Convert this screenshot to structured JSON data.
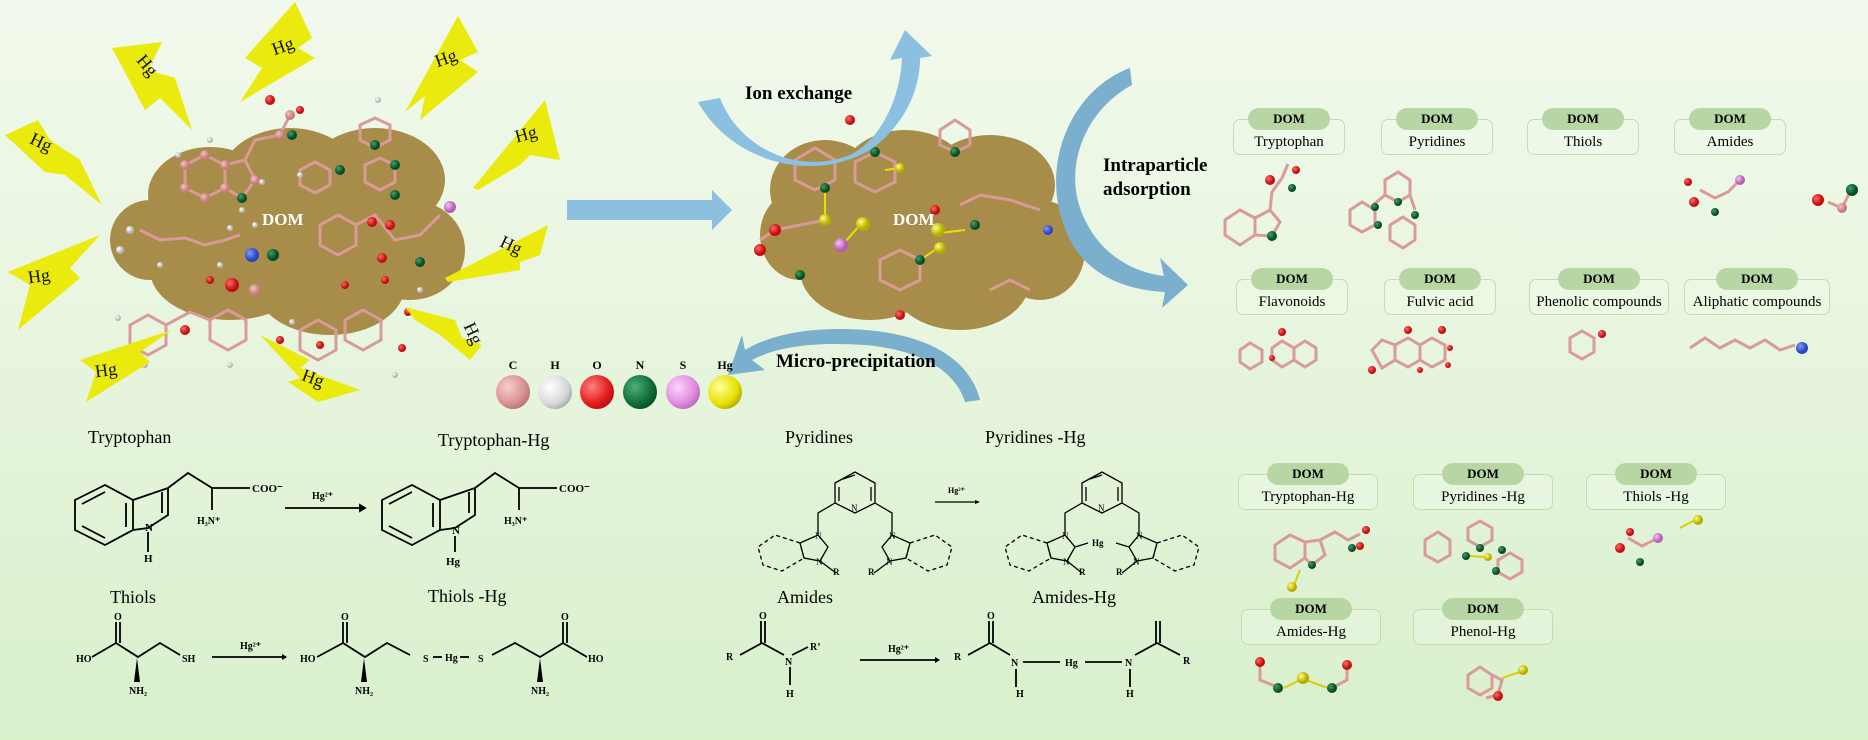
{
  "figure": {
    "background_colors": [
      "#f1f9ec",
      "#d9f0cb"
    ],
    "dom_cloud_color": "#a88c4a",
    "arrow_color": "#8bc0e0"
  },
  "left_panel": {
    "dom_label": "DOM",
    "hg_bolts": [
      "Hg",
      "Hg",
      "Hg",
      "Hg",
      "Hg",
      "Hg",
      "Hg",
      "Hg",
      "Hg",
      "Hg",
      "Hg"
    ],
    "bolt_color": "#eaea0c"
  },
  "center_panel": {
    "dom_label": "DOM",
    "processes": {
      "ion_exchange": "Ion exchange",
      "intraparticle_line1": "Intraparticle",
      "intraparticle_line2": "adsorption",
      "micro_precipitation": "Micro-precipitation"
    }
  },
  "legend": {
    "items": [
      {
        "symbol": "C",
        "color": "#d98f8f"
      },
      {
        "symbol": "H",
        "color": "#d8d8d8"
      },
      {
        "symbol": "O",
        "color": "#e01b1b"
      },
      {
        "symbol": "N",
        "color": "#0e6b34"
      },
      {
        "symbol": "S",
        "color": "#e08ae0"
      },
      {
        "symbol": "Hg",
        "color": "#e6e000"
      }
    ]
  },
  "dom_components": {
    "tag": "DOM",
    "row1": [
      "Tryptophan",
      "Pyridines",
      "Thiols",
      "Amides"
    ],
    "row2": [
      "Flavonoids",
      "Fulvic acid",
      "Phenolic compounds",
      "Aliphatic compounds"
    ]
  },
  "hg_complexes": {
    "tag": "DOM",
    "row1": [
      "Tryptophan-Hg",
      "Pyridines -Hg",
      "Thiols -Hg"
    ],
    "row2": [
      "Amides-Hg",
      "Phenol-Hg"
    ]
  },
  "reactions": {
    "reagent": "Hg²⁺",
    "tryptophan": {
      "title": "Tryptophan",
      "product_title": "Tryptophan-Hg",
      "coo": "COO⁻",
      "amine": "H₃N⁺",
      "nh": "N",
      "h": "H",
      "hg": "Hg"
    },
    "thiols": {
      "title": "Thiols",
      "product_title": "Thiols -Hg",
      "o": "O",
      "ho": "HO",
      "sh": "SH",
      "nh2": "NH₂",
      "s": "S",
      "hg": "Hg"
    },
    "pyridines": {
      "title": "Pyridines",
      "product_title": "Pyridines -Hg",
      "n": "N",
      "r": "R",
      "hg": "Hg"
    },
    "amides": {
      "title": "Amides",
      "product_title": "Amides-Hg",
      "o": "O",
      "r": "R",
      "r_prime": "R’",
      "n": "N",
      "h": "H",
      "hg": "Hg"
    }
  }
}
